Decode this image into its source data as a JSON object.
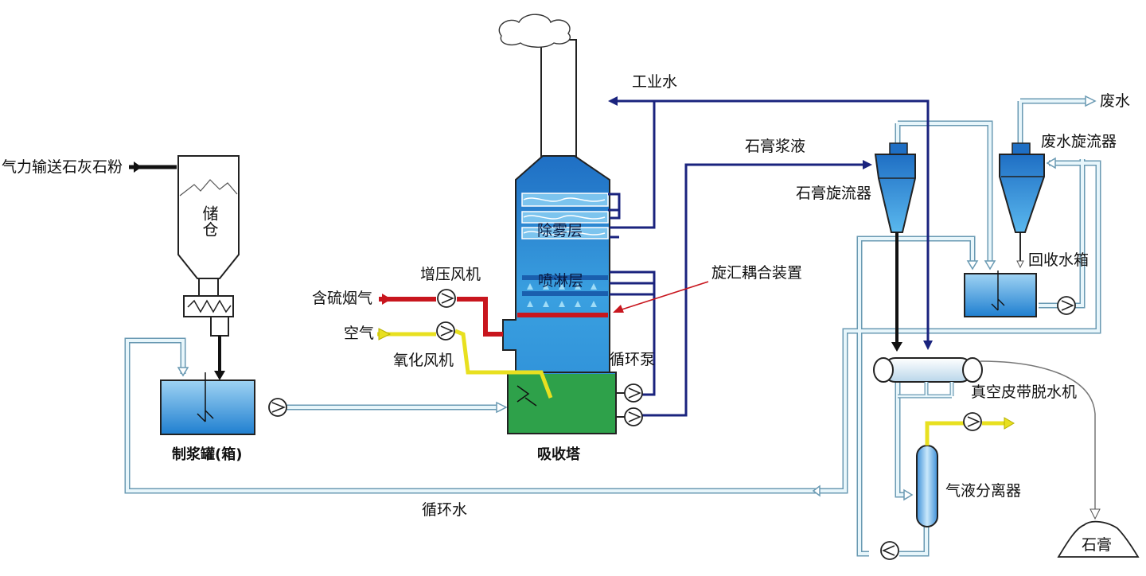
{
  "labels": {
    "limestone_feed": "气力输送石灰石粉",
    "silo": "储仓",
    "slurry_tank": "制浆罐(箱)",
    "booster_fan": "增压风机",
    "flue_gas": "含硫烟气",
    "air": "空气",
    "oxidation_fan": "氧化风机",
    "demister": "除雾层",
    "spray_layer": "喷淋层",
    "absorber": "吸收塔",
    "circulation_pump": "循环泵",
    "vortex_coupler": "旋汇耦合装置",
    "industrial_water": "工业水",
    "gypsum_slurry": "石膏浆液",
    "gypsum_cyclone": "石膏旋流器",
    "wastewater": "废水",
    "wastewater_cyclone": "废水旋流器",
    "recovery_tank": "回收水箱",
    "belt_filter": "真空皮带脱水机",
    "gas_liquid_separator": "气液分离器",
    "gypsum": "石膏",
    "circulating_water": "循环水"
  },
  "colors": {
    "flue_gas_line": "#c8161e",
    "air_line": "#e8e020",
    "process_line": "#1a237e",
    "water_line": "#8fb8cc",
    "vessel_blue": "#2a8fd6",
    "slurry_green": "#2ea14a"
  }
}
